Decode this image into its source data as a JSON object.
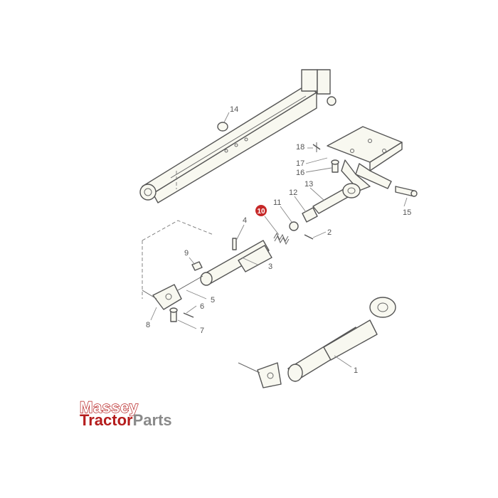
{
  "callouts": {
    "c1": "1",
    "c2": "2",
    "c3": "3",
    "c4": "4",
    "c5": "5",
    "c6": "6",
    "c7": "7",
    "c8": "8",
    "c9": "9",
    "c10": "10",
    "c11": "11",
    "c12": "12",
    "c13": "13",
    "c14": "14",
    "c15": "15",
    "c16": "16",
    "c17": "17",
    "c18": "18"
  },
  "highlighted_callout": "10",
  "logo": {
    "line1": "Massey",
    "line2_a": "Tractor",
    "line2_b": "Parts",
    "color_red": "#b51d1d",
    "color_grey": "#8a8a8a"
  }
}
